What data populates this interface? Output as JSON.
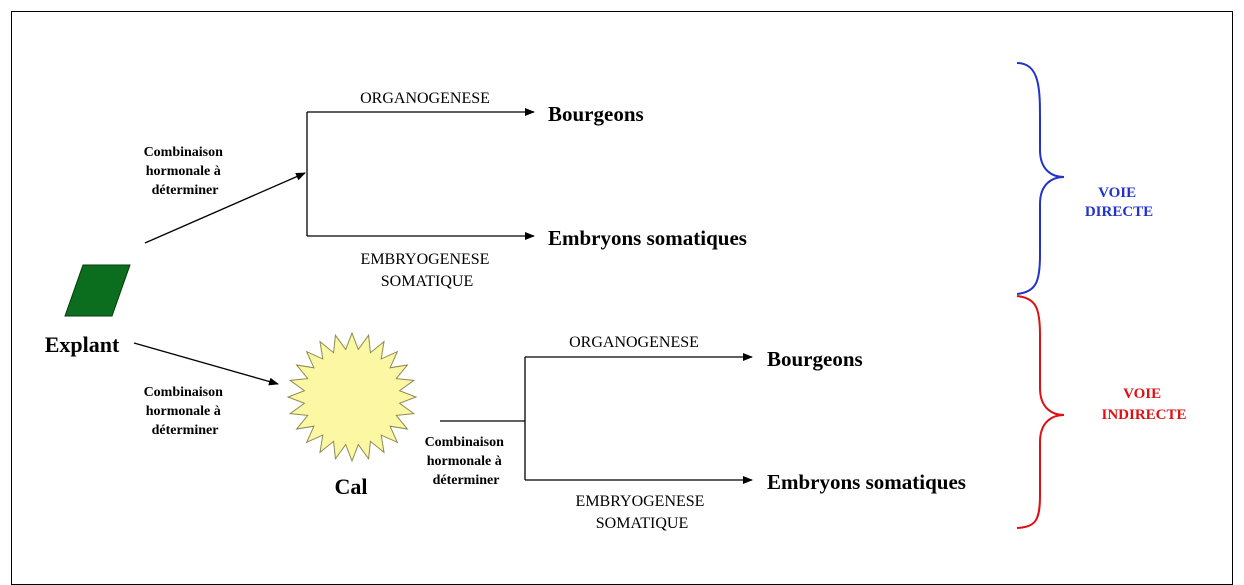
{
  "direct": {
    "hormone_label": [
      "Combinaison",
      "hormonale à",
      "déterminer"
    ],
    "organogenesis_label": "ORGANOGENESE",
    "embryogenesis_label": [
      "EMBRYOGENESE",
      "SOMATIQUE"
    ],
    "result_top": "Bourgeons",
    "result_bottom": "Embryons somatiques"
  },
  "explant": {
    "label": "Explant",
    "color": "#0b6e1f",
    "hormone_label": [
      "Combinaison",
      "hormonale à",
      "déterminer"
    ]
  },
  "callus": {
    "label": "Cal",
    "fill": "#fbf7a3",
    "stroke": "#8c8a52",
    "hormone_label": [
      "Combinaison",
      "hormonale à",
      "déterminer"
    ]
  },
  "indirect": {
    "organogenesis_label": "ORGANOGENESE",
    "embryogenesis_label": [
      "EMBRYOGENESE",
      "SOMATIQUE"
    ],
    "result_top": "Bourgeons",
    "result_bottom": "Embryons somatiques"
  },
  "braces": {
    "direct": {
      "label": [
        "VOIE",
        "DIRECTE"
      ],
      "color": "#2233cc"
    },
    "indirect": {
      "label": [
        "VOIE",
        "INDIRECTE"
      ],
      "color": "#dd1111"
    }
  }
}
